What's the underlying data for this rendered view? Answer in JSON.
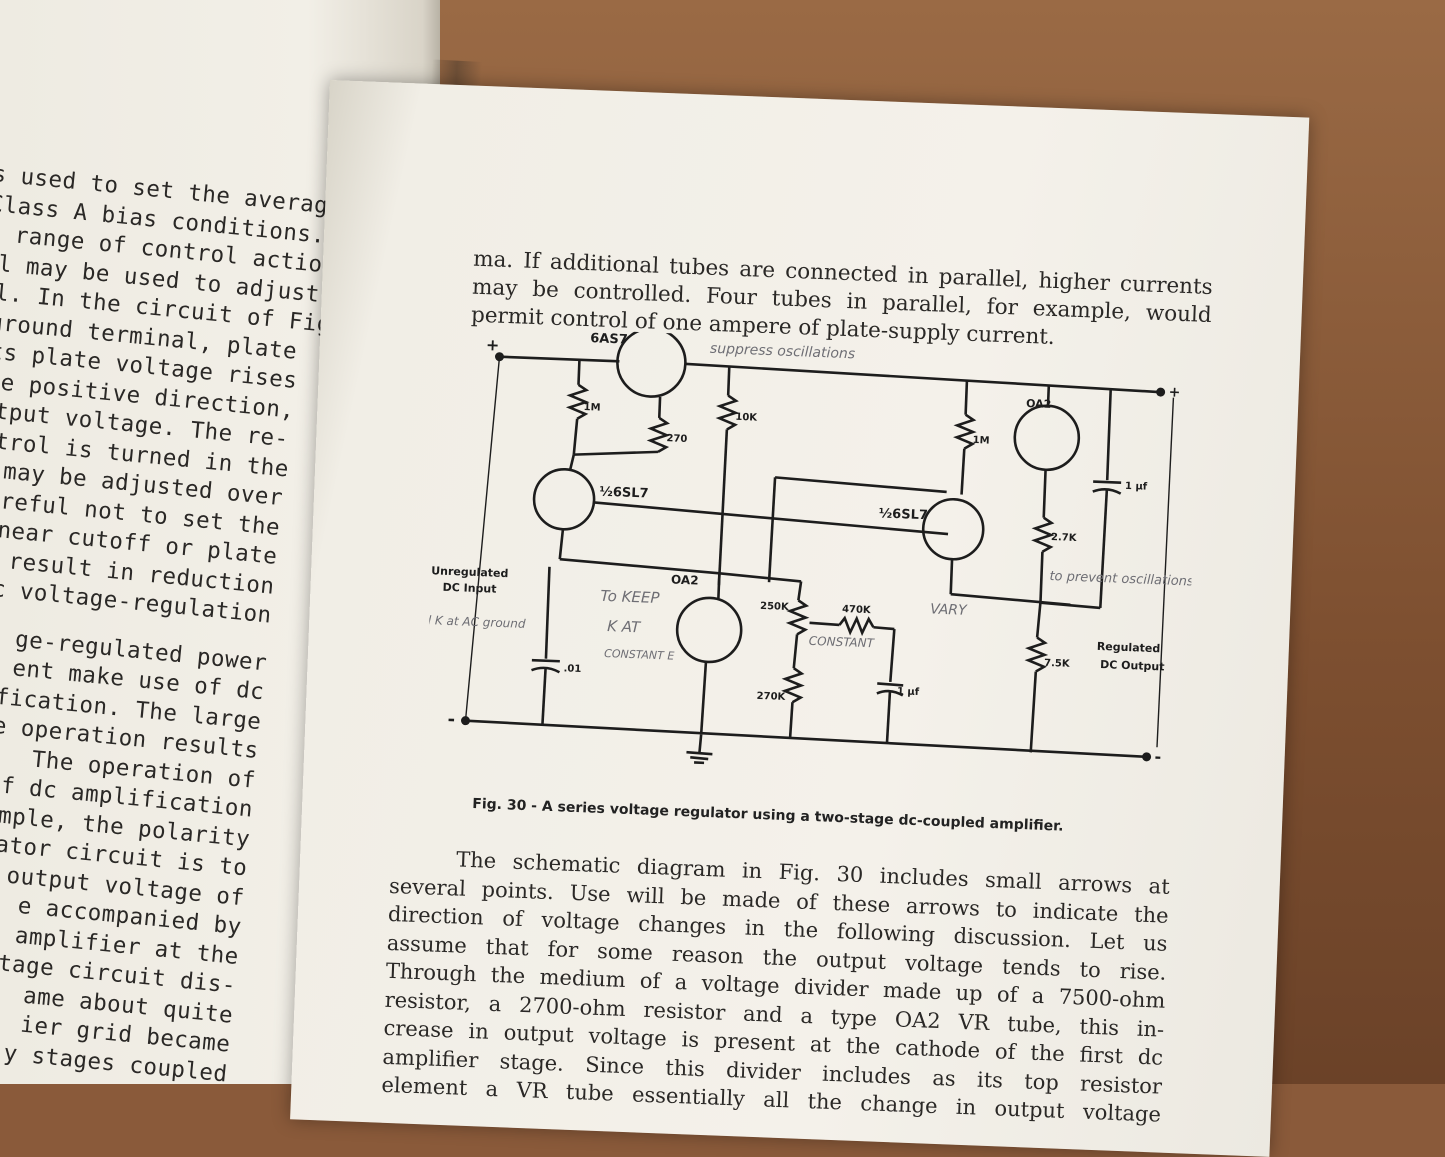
{
  "left_page": {
    "lines": [
      "s used to set the average",
      "Class A bias conditions.",
      "n range of control action",
      "ol may be used to adjust",
      "el. In the circuit of Fig.",
      "ground terminal, plate",
      "its plate voltage rises",
      "the positive direction,",
      "utput voltage. The re-",
      "ontrol is turned in the",
      "e may be adjusted over",
      "careful not to set the",
      "near cutoff or plate",
      "d result in reduction",
      "c voltage-regulation",
      "",
      "ge-regulated power",
      "ent make use of dc",
      "fication. The large",
      "e operation results",
      "The operation of",
      "f dc amplification",
      "mple, the polarity",
      "lator circuit is to",
      "output voltage of",
      "e accompanied by",
      "amplifier at the",
      "tage circuit dis-",
      "ame about quite",
      "ier grid became",
      "y stages coupled"
    ]
  },
  "right_page": {
    "top_paragraph": [
      "ma. If additional tubes are connected in parallel, higher currents",
      "may be controlled. Four tubes in parallel, for example, would",
      "permit control of one ampere of plate-supply current."
    ],
    "figure": {
      "labels": {
        "tube_6as7": "6AS7",
        "tube_6sl7_left": "½6SL7",
        "tube_6sl7_right": "½6SL7",
        "tube_oa2_bottom": "OA2",
        "tube_oa2_right": "OA2",
        "r_1m_left": "1M",
        "r_270": "270",
        "r_10k": "10K",
        "r_1m_right": "1M",
        "r_2_7k": "2.7K",
        "r_250k": "250K",
        "r_470k": "470K",
        "r_270k": "270K",
        "r_7_5k": "7.5K",
        "c_1uf_top": "1 µf",
        "c_1uf_bottom": "1 µf",
        "c_01": ".01",
        "plus_left": "+",
        "minus_left": "-",
        "plus_right": "+",
        "minus_right": "-",
        "input_line1": "Unregulated",
        "input_line2": "DC Input",
        "output_line1": "Regulated",
        "output_line2": "DC Output"
      },
      "handwriting": {
        "suppress": "suppress oscillations",
        "to_prevent": "to prevent oscillations",
        "to_keep": "To KEEP",
        "k_at": "K AT",
        "constant_e": "CONSTANT E",
        "constant_pot": "CONSTANT",
        "vary": "VARY",
        "to_hold": "to hold K at AC ground"
      },
      "caption": "Fig. 30 - A series voltage regulator using a two-stage dc-coupled amplifier."
    },
    "bottom_paragraph": [
      "    The schematic diagram in Fig. 30 includes small arrows at",
      "several points. Use will be made of these arrows to indicate the",
      "direction of voltage changes in the following discussion. Let us",
      "assume that for some reason the output voltage tends to rise.",
      "Through the medium of a voltage divider made up of a 7500-ohm",
      "resistor, a 2700-ohm resistor and a type OA2 VR tube, this in-",
      "crease in output voltage is present at the cathode of the first dc",
      "amplifier stage. Since this divider includes as its top resistor",
      "element a VR tube essentially all the change in output voltage"
    ]
  }
}
